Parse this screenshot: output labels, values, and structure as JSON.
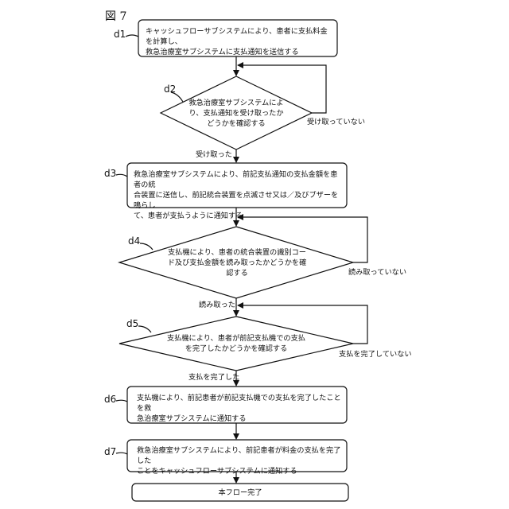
{
  "figure_title": "図 7",
  "steps": [
    {
      "id": "d1",
      "text": "キャッシュフローサブシステムにより、患者に支払料金を計算し、\n救急治療室サブシステムに支払通知を送信する"
    },
    {
      "id": "d2",
      "text": "救急治療室サブシステムによ\nり、支払通知を受け取ったか\nどうかを確認する"
    },
    {
      "id": "d3",
      "text": "救急治療室サブシステムにより、前記支払通知の支払金額を患者の統\n合装置に送信し、前記統合装置を点滅させ又は／及びブザーを鳴らし\nて、患者が支払うように通知する"
    },
    {
      "id": "d4",
      "text": "支払機により、患者の統合装置の識別コー\nド及び支払金額を読み取ったかどうかを確\n認する"
    },
    {
      "id": "d5",
      "text": "支払機により、患者が前記支払機での支払\nを完了したかどうかを確認する"
    },
    {
      "id": "d6",
      "text": "支払機により、前記患者が前記支払機での支払を完了したことを救\n急治療室サブシステムに通知する"
    },
    {
      "id": "d7",
      "text": "救急治療室サブシステムにより、前記患者が料金の支払を完了した\nことをキャッシュフローサブシステムに通知する"
    }
  ],
  "end_text": "本フロー完了",
  "branches": {
    "d2_no": "受け取っていない",
    "d2_yes": "受け取った",
    "d4_no": "読み取っていない",
    "d4_yes": "読み取った",
    "d5_no": "支払を完了していない",
    "d5_yes": "支払を完了した"
  }
}
